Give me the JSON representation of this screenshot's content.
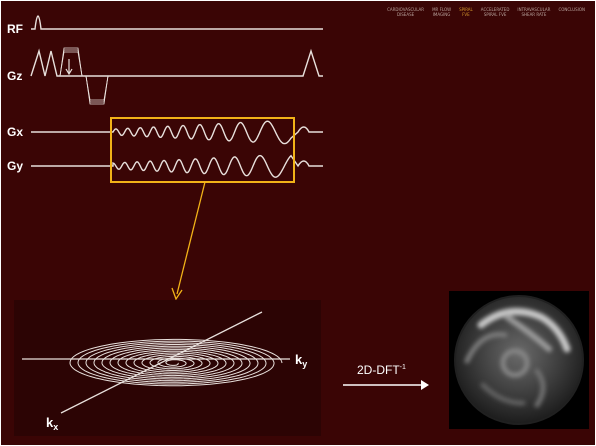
{
  "nav": [
    {
      "label": "CARDIOVASCULAR\nDISEASE"
    },
    {
      "label": "MR FLOW\nIMAGING"
    },
    {
      "label": "SPIRAL\nFVE"
    },
    {
      "label": "ACCELERATED\nSPIRAL FVE"
    },
    {
      "label": "INTRAVASCULAR\nSHEAR RATE"
    },
    {
      "label": "CONCLUSION"
    }
  ],
  "sequence": {
    "rf_label": "RF",
    "gz_label": "Gz",
    "gx_label": "Gx",
    "gy_label": "Gy"
  },
  "kspace": {
    "ky_base": "k",
    "ky_sub": "y",
    "kx_base": "k",
    "kx_sub": "x"
  },
  "transform": {
    "label_base": "2D-DFT",
    "label_exp": "-1"
  },
  "colors": {
    "background": "#3a0505",
    "panel": "#2c0404",
    "highlight": "#f2b318",
    "waveform": "#e8e0dc"
  }
}
